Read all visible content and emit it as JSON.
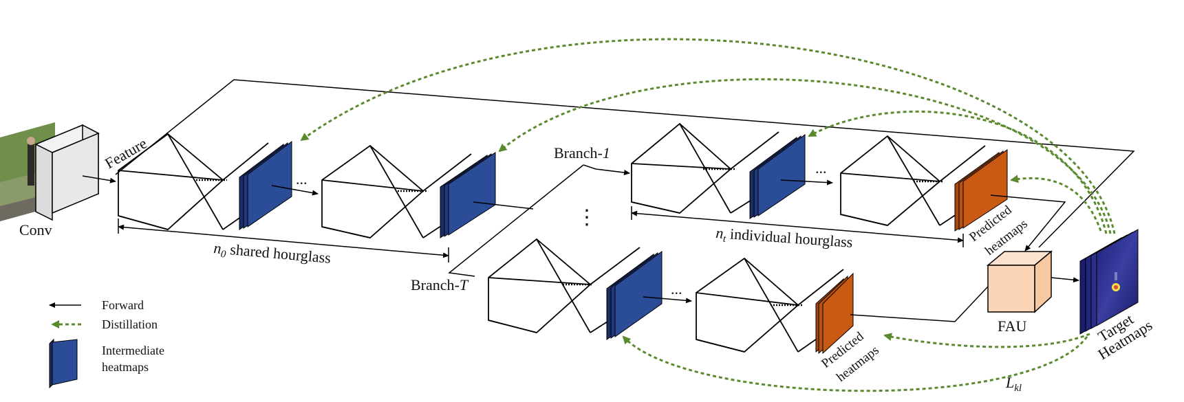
{
  "labels": {
    "conv": "Conv",
    "feature": "Feature",
    "branch1_prefix": "Branch-",
    "branch1_suffix": "1",
    "branchT_prefix": "Branch-",
    "branchT_suffix": "T",
    "shared_var": "n",
    "shared_sub": "0",
    "shared_text": " shared hourglass",
    "indiv_var": "n",
    "indiv_sub": "t",
    "indiv_text": " individual hourglass",
    "predicted_line1": "Predicted",
    "predicted_line2": "heatmaps",
    "fau": "FAU",
    "target_line1": "Target",
    "target_line2": "Heatmaps",
    "loss_var": "L",
    "loss_sub": "kl",
    "ellipsis": "...",
    "vdots": "⋮"
  },
  "legend": {
    "forward": "Forward",
    "distillation": "Distillation",
    "intermediate_line1": "Intermediate",
    "intermediate_line2": "heatmaps"
  },
  "colors": {
    "intermediate": "#2b4c96",
    "predicted": "#c85a14",
    "distill": "#5b8a2e",
    "fau": "#fbd5b5",
    "target": "#2a2f8a"
  }
}
